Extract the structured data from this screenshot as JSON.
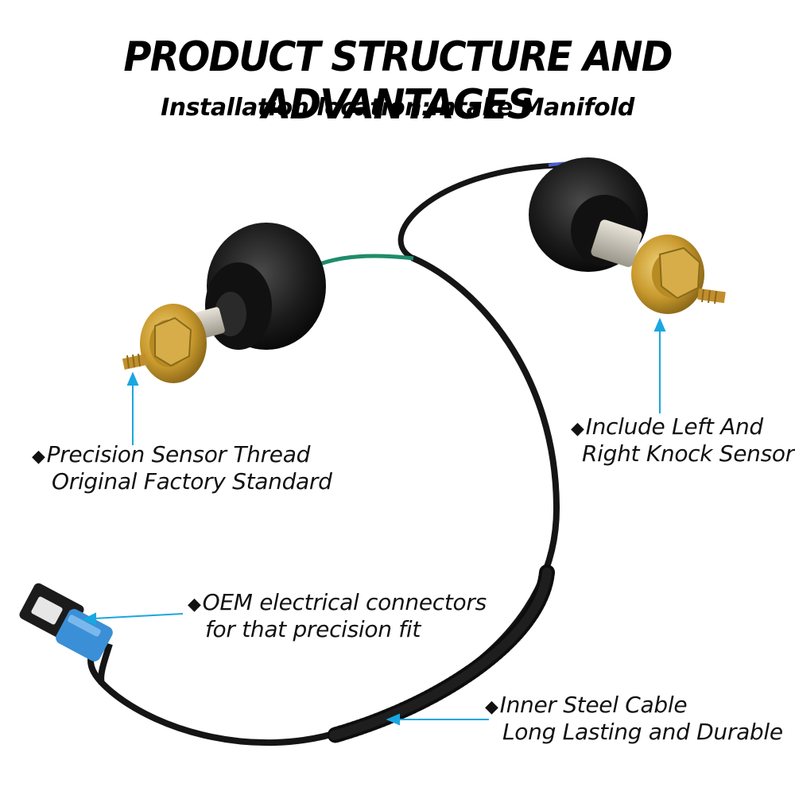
{
  "header": {
    "title": "PRODUCT STRUCTURE AND ADVANTAGES",
    "subtitle": "Installation location:Intake Manifold"
  },
  "callouts": {
    "thread": {
      "bullet": "◆",
      "line1": "Precision Sensor Thread",
      "line2": "Original Factory Standard"
    },
    "knock": {
      "bullet": "◆",
      "line1": "Include Left And",
      "line2": "Right Knock Sensor"
    },
    "connector": {
      "bullet": "◆",
      "line1": "OEM electrical connectors",
      "line2": "for that precision fit"
    },
    "cable": {
      "bullet": "◆",
      "line1": "Inner Steel Cable",
      "line2": "Long Lasting and Durable"
    }
  },
  "colors": {
    "pointer": "#1aa7e0",
    "wire": "#151515",
    "grommet": "#1a1a1a",
    "sensor_brass": "#c99a2e",
    "connector_blue": "#3a8fd6",
    "green_wire": "#1e8c6a",
    "blue_wire": "#4a5fcf"
  },
  "icons": [
    "diamond-bullet-icon"
  ]
}
